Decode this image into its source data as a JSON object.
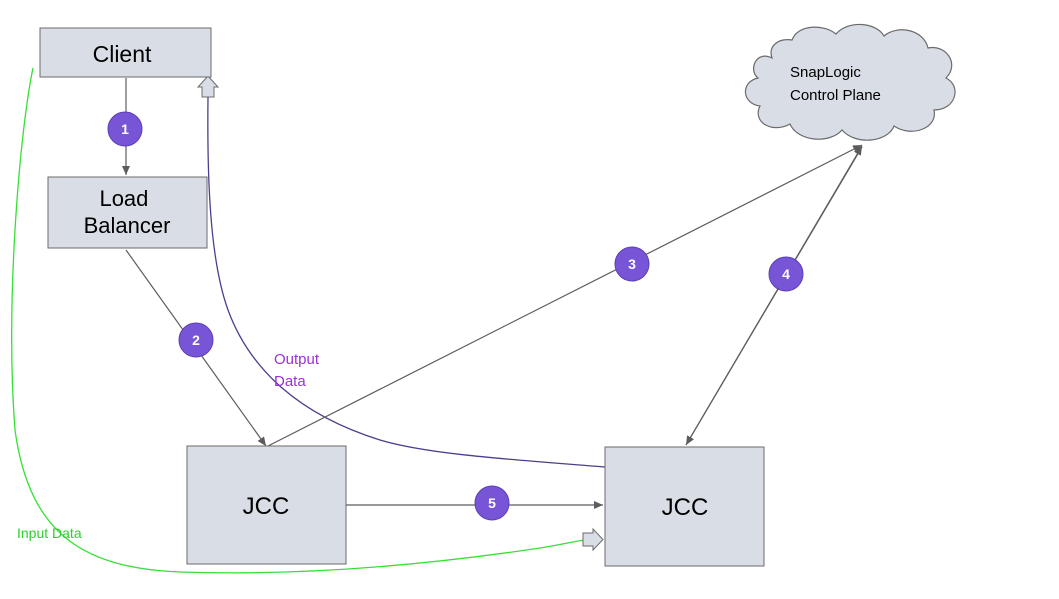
{
  "nodes": {
    "client": "Client",
    "load_balancer": [
      "Load",
      "Balancer"
    ],
    "jcc_left": "JCC",
    "jcc_right": "JCC",
    "control_plane": [
      "SnapLogic",
      "Control Plane"
    ]
  },
  "steps": [
    "1",
    "2",
    "3",
    "4",
    "5"
  ],
  "labels": {
    "output_data": [
      "Output",
      "Data"
    ],
    "input_data": "Input Data"
  },
  "colors": {
    "box_fill": "#d9dee6",
    "box_stroke": "#6b6b6b",
    "arrow": "#5c5c5c",
    "badge": "#7755d6",
    "output_line": "#4a3f8c",
    "output_text": "#9b30d9",
    "input_line": "#36e036",
    "input_text": "#2ed02e"
  }
}
